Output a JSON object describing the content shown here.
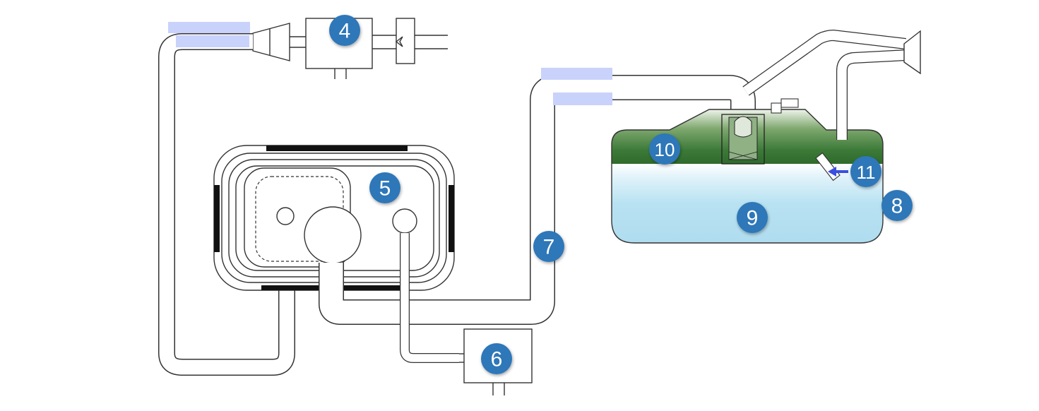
{
  "markers": [
    {
      "id": "4",
      "label": "4"
    },
    {
      "id": "5",
      "label": "5"
    },
    {
      "id": "6",
      "label": "6"
    },
    {
      "id": "7",
      "label": "7"
    },
    {
      "id": "8",
      "label": "8"
    },
    {
      "id": "9",
      "label": "9"
    },
    {
      "id": "10",
      "label": "10"
    },
    {
      "id": "11",
      "label": "11"
    }
  ],
  "colors": {
    "marker": "#2e77b8",
    "label_placeholder": "#c9d2fb",
    "water": "#b9e3f3",
    "green_top": "#cfe0c4",
    "green_mid": "#5e8f52",
    "green_dark": "#2f6b2c",
    "arrow": "#3b4fe0"
  },
  "icons": [
    "pipe",
    "funnel-connector",
    "valve-box",
    "reservoir",
    "mask-icon",
    "arrow-icon"
  ]
}
